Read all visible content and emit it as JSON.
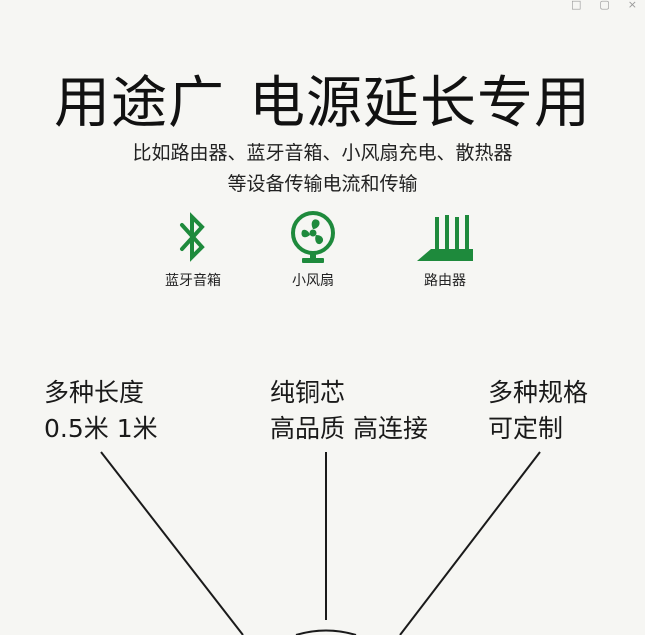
{
  "window_controls": [
    "□",
    "▢",
    "×"
  ],
  "title": {
    "part1": "用途广",
    "part2": "电源延长专用"
  },
  "subtitle": {
    "line1": "比如路由器、蓝牙音箱、小风扇充电、散热器",
    "line2": "等设备传输电流和传输"
  },
  "devices": [
    {
      "label": "蓝牙音箱",
      "icon": "bluetooth-icon"
    },
    {
      "label": "小风扇",
      "icon": "fan-icon"
    },
    {
      "label": "路由器",
      "icon": "router-icon"
    }
  ],
  "features": [
    {
      "line1": "多种长度",
      "line2": "0.5米  1米"
    },
    {
      "line1": "纯铜芯",
      "line2": "高品质 高连接"
    },
    {
      "line1": "多种规格",
      "line2": "可定制"
    }
  ],
  "colors": {
    "accent_green": "#1e8a3c",
    "background": "#f6f6f3",
    "text": "#1a1a1a"
  }
}
